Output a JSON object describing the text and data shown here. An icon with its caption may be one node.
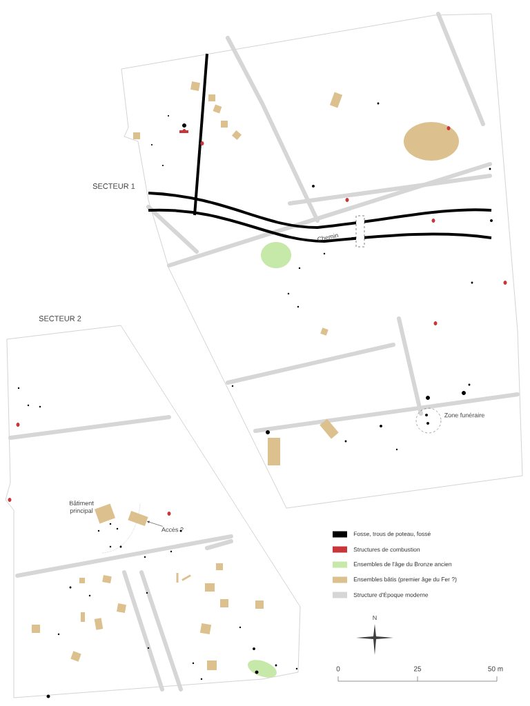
{
  "diagram": {
    "nodes": [
      {
        "text": [],
        "shape": "box"
      },
      {
        "text": [
          "Accès ?"
        ]
      }
    ],
    "edges": [
      {
        "from": 1,
        "to": 0,
        "arrow": "to"
      }
    ],
    "labels": [
      "SECTEUR 1",
      "Chemin",
      "SECTEUR 2",
      "Zone funéraire",
      "Bâtiment principal",
      "N",
      "0",
      "25",
      "50 m"
    ],
    "legend": [
      {
        "text": "Fosse, trous de poteau, fossé",
        "color": "#000000"
      },
      {
        "text": "Structures de combustion",
        "color": "#c8363a"
      },
      {
        "text": "Ensembles de l'âge du Bronze ancien",
        "color": "#c6e8a8"
      },
      {
        "text": "Ensembles bâtis (premier âge du Fer ?)",
        "color": "#dcc08e"
      },
      {
        "text": "Structure d'Époque moderne",
        "color": "#d6d6d6"
      }
    ]
  }
}
